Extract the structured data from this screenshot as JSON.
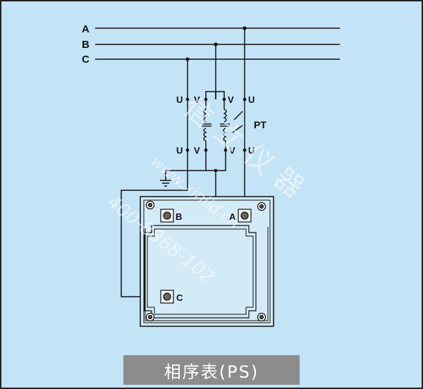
{
  "lines": {
    "a": "A",
    "b": "B",
    "c": "C"
  },
  "pt": {
    "label": "PT",
    "top_left": [
      "U",
      "V"
    ],
    "top_right": [
      "V",
      "U"
    ],
    "bottom_left": [
      "U",
      "V"
    ],
    "bottom_right": [
      "V",
      "U"
    ]
  },
  "meter": {
    "terminal_a": "A",
    "terminal_b": "B",
    "terminal_c": "C"
  },
  "watermark": {
    "phone": "400-8868-102",
    "site": "www.xinlid.cn",
    "brand": "信立仪器"
  },
  "caption": "相序表(PS)",
  "colors": {
    "background": "#c3e3f6",
    "caption_bg": "#8c8c8c",
    "line": "#111111"
  }
}
